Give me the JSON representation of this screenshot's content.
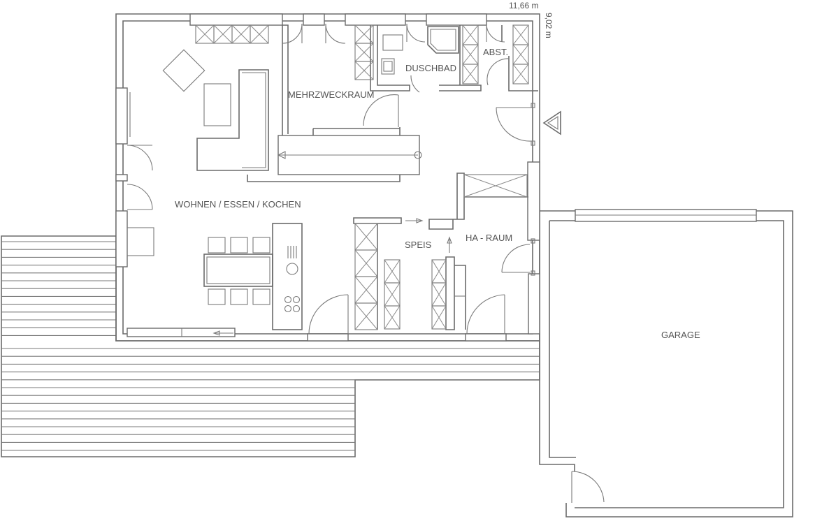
{
  "dimensions": {
    "width": "11,66 m",
    "depth": "9,02 m"
  },
  "rooms": {
    "living": "WOHNEN / ESSEN / KOCHEN",
    "utility": "MEHRZWECKRAUM",
    "shower": "DUSCHBAD",
    "storage": "ABST.",
    "pantry": "SPEIS",
    "technical": "HA - RAUM",
    "garage": "GARAGE"
  },
  "colors": {
    "line": "#6b6b6b",
    "text": "#555555",
    "background": "#ffffff"
  },
  "icons": {
    "north": "north-arrow-icon"
  }
}
